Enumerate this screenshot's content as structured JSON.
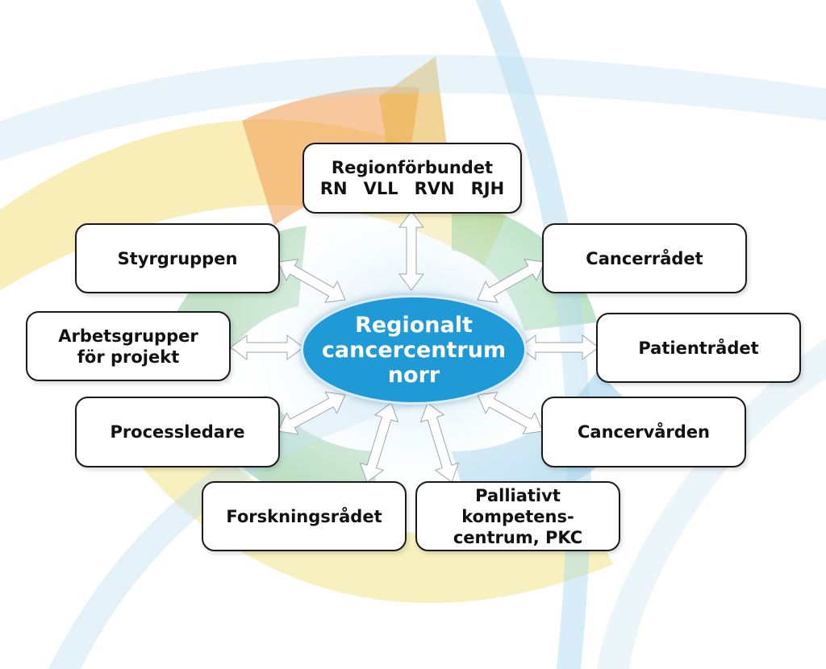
{
  "hub": {
    "lines": [
      "Regionalt",
      "cancercentrum",
      "norr"
    ]
  },
  "boxes": {
    "regionforbundet": {
      "title": "Regionförbundet",
      "codes": [
        "RN",
        "VLL",
        "RVN",
        "RJH"
      ]
    },
    "styrgruppen": {
      "label": "Styrgruppen"
    },
    "cancerradet": {
      "label": "Cancerrådet"
    },
    "arbetsgrupper": {
      "lines": [
        "Arbetsgrupper",
        "för projekt"
      ]
    },
    "patientradet": {
      "label": "Patientrådet"
    },
    "processledare": {
      "label": "Processledare"
    },
    "cancervarden": {
      "label": "Cancervården"
    },
    "forskningsradet": {
      "label": "Forskningsrådet"
    },
    "pkc": {
      "lines": [
        "Palliativt kompetens-",
        "centrum, PKC"
      ]
    }
  },
  "colors": {
    "hub": "#1f9ad6",
    "arrow": "#ffffff",
    "box_border": "#1a1a1a"
  }
}
